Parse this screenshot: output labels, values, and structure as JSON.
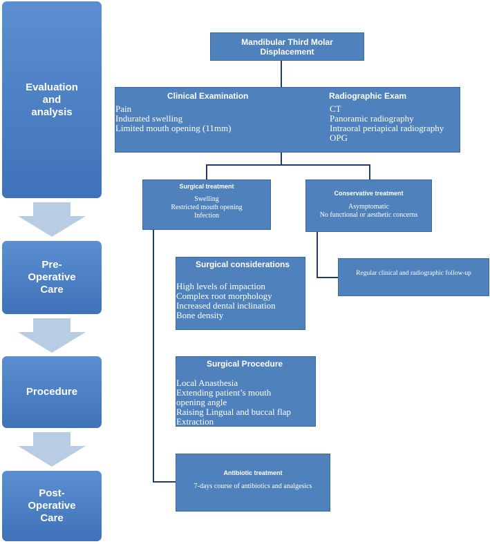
{
  "stages": [
    {
      "lines": [
        "Evaluation",
        "and",
        "analysis"
      ]
    },
    {
      "lines": [
        "Pre-",
        "Operative",
        "Care"
      ]
    },
    {
      "lines": [
        "Procedure"
      ]
    },
    {
      "lines": [
        "Post-",
        "Operative",
        "Care"
      ]
    }
  ],
  "diagram": {
    "root": {
      "title_line1": "Mandibular Third Molar",
      "title_line2": "Displacement"
    },
    "clinical": {
      "title": "Clinical Examination",
      "items": [
        "Pain",
        "Indurated swelling",
        "Limited mouth opening (11mm)"
      ]
    },
    "radiographic": {
      "title": "Radiographic Exam",
      "items": [
        "CT",
        "Panoramic radiography",
        "Intraoral periapical radiography",
        "OPG"
      ]
    },
    "surgical_treatment": {
      "title": "Surgical treatment",
      "items": [
        "Swelling",
        "Restricted mouth opening",
        "Infection"
      ]
    },
    "conservative_treatment": {
      "title": "Conservative treatment",
      "items": [
        "Asymptomatic",
        "No functional or aesthetic concerns"
      ]
    },
    "followup": {
      "text": "Regular clinical and radiographic follow-up"
    },
    "considerations": {
      "title": "Surgical considerations",
      "items": [
        "High levels of impaction",
        "Complex root morphology",
        "Increased dental inclination",
        "Bone density"
      ]
    },
    "procedure": {
      "title": "Surgical Procedure",
      "items": [
        "Local Anasthesia",
        "Extending patient’s mouth",
        "opening angle",
        "Raising Lingual and buccal flap",
        "Extraction"
      ]
    },
    "antibiotic": {
      "title": "Antibiotic treatment",
      "text": "7-days course of antibiotics and analgesics"
    }
  }
}
